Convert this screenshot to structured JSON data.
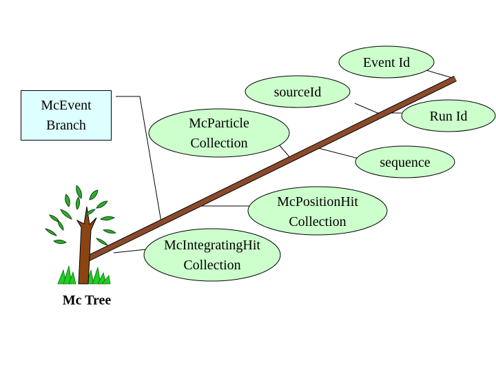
{
  "diagram": {
    "root": {
      "label": "Mc Tree"
    },
    "branch_box": {
      "line1": "McEvent",
      "line2": "Branch"
    },
    "nodes": {
      "event_id": {
        "line1": "Event Id"
      },
      "source_id": {
        "line1": "sourceId"
      },
      "run_id": {
        "line1": "Run Id"
      },
      "particle": {
        "line1": "McParticle",
        "line2": "Collection"
      },
      "sequence": {
        "line1": "sequence"
      },
      "position_hit": {
        "line1": "McPositionHit",
        "line2": "Collection"
      },
      "integrating_hit": {
        "line1": "McIntegratingHit",
        "line2": "Collection"
      }
    },
    "colors": {
      "ellipse_fill": "#ccffcc",
      "box_fill": "#ddffff",
      "branch": "#8b4a2b",
      "tree_trunk": "#8b4513",
      "leaf": "#33aa33",
      "stroke": "#000000"
    }
  }
}
